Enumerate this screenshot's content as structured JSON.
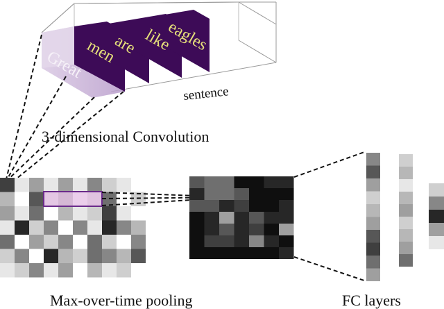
{
  "cube": {
    "words": [
      "Great",
      "men",
      "are",
      "like",
      "eagles"
    ],
    "axis_label": "sentence"
  },
  "conv_label": "3-dimensional Convolution",
  "pool_label": "Max-over-time pooling",
  "fc_label": "FC layers",
  "colors": {
    "slice_fill": "#3d0b57",
    "word_text": "#e6e07a",
    "first_slice_fill": "#c9b4d6",
    "first_word_text": "#f4eef7",
    "highlight_fill": "#e8c6e8",
    "highlight_stroke": "#6a2a8a"
  },
  "conv_grid": [
    [
      8,
      1,
      4,
      1,
      4,
      1,
      5,
      2,
      1,
      0
    ],
    [
      3,
      0,
      7,
      2,
      6,
      0,
      3,
      6,
      0,
      2
    ],
    [
      4,
      1,
      6,
      0,
      3,
      1,
      2,
      8,
      1,
      0
    ],
    [
      1,
      9,
      2,
      5,
      0,
      5,
      1,
      9,
      5,
      3
    ],
    [
      6,
      0,
      4,
      2,
      5,
      0,
      6,
      2,
      0,
      5
    ],
    [
      2,
      5,
      0,
      9,
      3,
      2,
      6,
      5,
      3,
      7
    ],
    [
      1,
      2,
      5,
      1,
      4,
      0,
      3,
      1,
      2,
      0
    ]
  ],
  "pool_grid": [
    [
      7,
      6,
      6,
      10,
      10,
      9,
      9
    ],
    [
      9,
      6,
      6,
      7,
      10,
      10,
      10
    ],
    [
      7,
      7,
      9,
      8,
      10,
      10,
      9
    ],
    [
      10,
      9,
      4,
      9,
      7,
      9,
      9
    ],
    [
      10,
      9,
      7,
      9,
      8,
      10,
      4
    ],
    [
      10,
      8,
      8,
      9,
      5,
      9,
      10
    ],
    [
      10,
      10,
      10,
      10,
      10,
      10,
      9
    ]
  ],
  "fc_columns": [
    [
      5,
      7,
      4,
      2,
      3,
      4,
      7,
      8,
      6,
      4
    ],
    [
      2,
      3,
      1,
      3,
      4,
      2,
      3,
      4,
      6
    ],
    [
      2,
      5,
      9,
      4,
      1
    ]
  ]
}
